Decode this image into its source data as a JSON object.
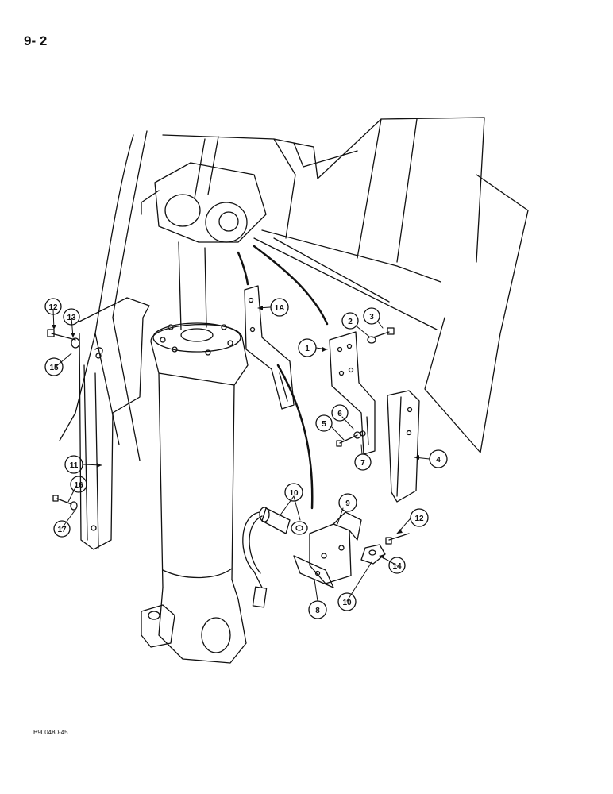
{
  "page_number": "9- 2",
  "figure_code": "B900480-45",
  "callouts": [
    "1",
    "1A",
    "2",
    "3",
    "4",
    "5",
    "6",
    "7",
    "8",
    "9",
    "10",
    "10",
    "11",
    "12",
    "12",
    "13",
    "14",
    "15",
    "16",
    "17"
  ]
}
